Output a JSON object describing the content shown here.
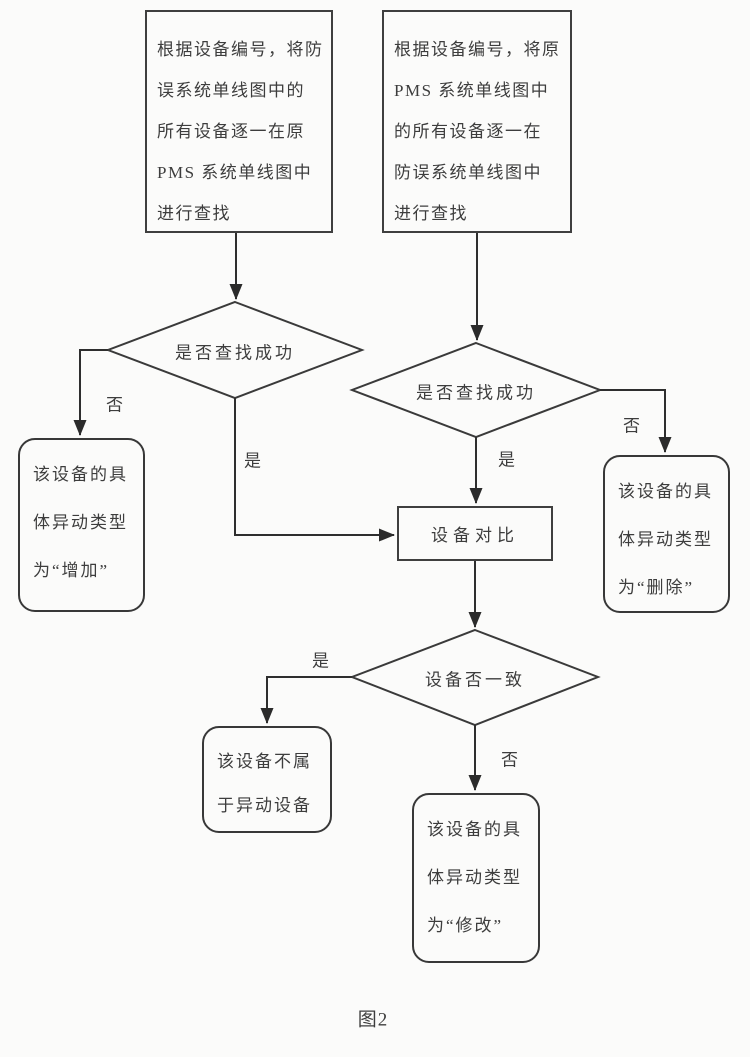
{
  "figure": {
    "caption": "图2"
  },
  "colors": {
    "background": "#fbfbfa",
    "line": "#333333",
    "text": "#3d3d3d"
  },
  "nodes": {
    "search_in_pms": {
      "type": "process",
      "lines": [
        "根据设备编号，将防",
        "误系统单线图中的",
        "所有设备逐一在原",
        "PMS 系统单线图中",
        "进行查找"
      ]
    },
    "search_in_fangwu": {
      "type": "process",
      "lines": [
        "根据设备编号，将原",
        "PMS 系统单线图中",
        "的所有设备逐一在",
        "防误系统单线图中",
        "进行查找"
      ]
    },
    "found_left": {
      "type": "decision",
      "text": "是否查找成功"
    },
    "found_right": {
      "type": "decision",
      "text": "是否查找成功"
    },
    "type_add": {
      "type": "terminal",
      "lines": [
        "该设备的具",
        "体异动类型",
        "为“增加”"
      ]
    },
    "type_delete": {
      "type": "terminal",
      "lines": [
        "该设备的具",
        "体异动类型",
        "为“删除”"
      ]
    },
    "compare": {
      "type": "process",
      "text": "设备对比"
    },
    "consistent": {
      "type": "decision",
      "text": "设备否一致"
    },
    "not_changed": {
      "type": "terminal",
      "lines": [
        "该设备不属",
        "于异动设备"
      ]
    },
    "type_modify": {
      "type": "terminal",
      "lines": [
        "该设备的具",
        "体异动类型",
        "为“修改”"
      ]
    }
  },
  "edge_labels": {
    "found_left_no": "否",
    "found_left_yes": "是",
    "found_right_no": "否",
    "found_right_yes": "是",
    "consistent_yes": "是",
    "consistent_no": "否"
  }
}
